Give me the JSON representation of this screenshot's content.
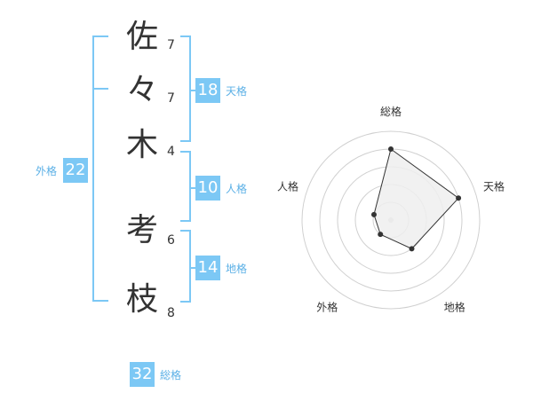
{
  "colors": {
    "accent": "#7cc8f5",
    "accent_text": "#5bb0e6",
    "text": "#333333",
    "ring": "#d0d0d0",
    "fill": "#eeeeee"
  },
  "name": {
    "chars": [
      {
        "char": "佐",
        "strokes": "7"
      },
      {
        "char": "々",
        "strokes": "7"
      },
      {
        "char": "木",
        "strokes": "4"
      },
      {
        "char": "考",
        "strokes": "6"
      },
      {
        "char": "枝",
        "strokes": "8"
      }
    ]
  },
  "fortunes": {
    "tenkaku": {
      "value": "18",
      "label": "天格"
    },
    "jinkaku": {
      "value": "10",
      "label": "人格"
    },
    "chikaku": {
      "value": "14",
      "label": "地格"
    },
    "gaikaku": {
      "value": "22",
      "label": "外格"
    },
    "soukaku": {
      "value": "32",
      "label": "総格"
    }
  },
  "chart_data": {
    "type": "radar",
    "axes": [
      "総格",
      "天格",
      "地格",
      "外格",
      "人格"
    ],
    "values": [
      4,
      4,
      2,
      1,
      1
    ],
    "rmax": 5,
    "rings": 5
  }
}
